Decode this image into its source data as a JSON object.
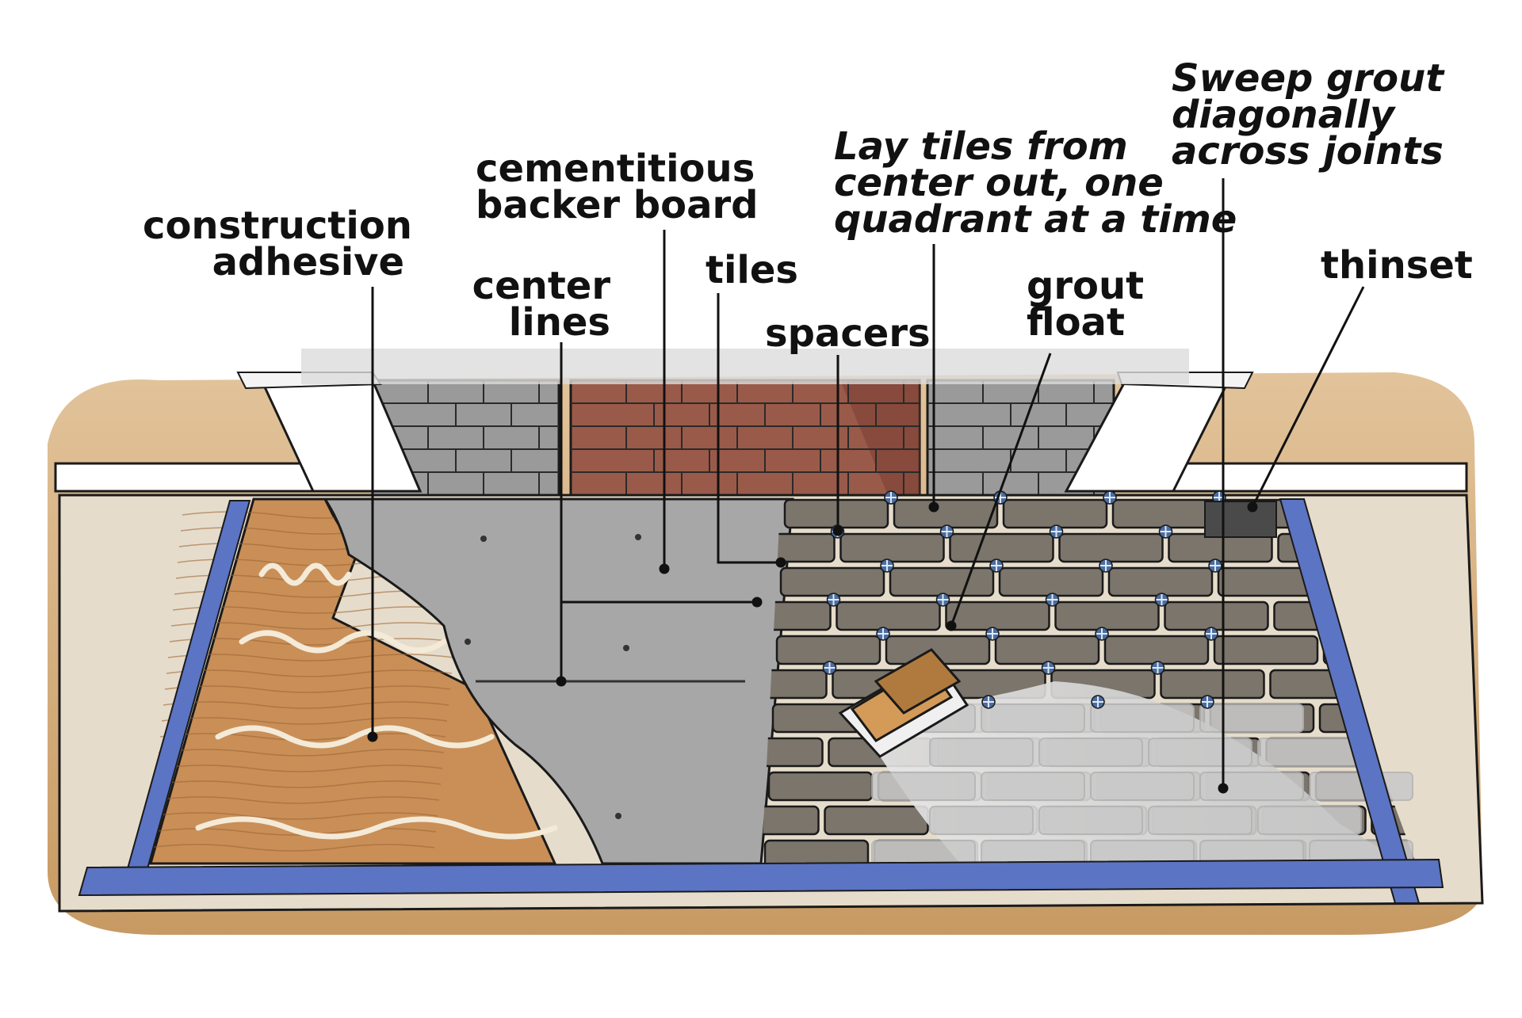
{
  "labels": {
    "construction_adhesive": [
      "construction",
      "adhesive"
    ],
    "cementitious_backer_board": [
      "cementitious",
      "backer board"
    ],
    "center_lines": [
      "center",
      "lines"
    ],
    "tiles": "tiles",
    "spacers": "spacers",
    "lay_tiles": [
      "Lay tiles from",
      "center out, one",
      "quadrant at a time"
    ],
    "grout_float": [
      "grout",
      "float"
    ],
    "sweep_grout": [
      "Sweep grout",
      "diagonally",
      "across joints"
    ],
    "thinset": "thinset"
  },
  "colors": {
    "painters_tape": "#5c74c4",
    "plywood": "#c98f57",
    "backer_board": "#a7a7a7",
    "tile": "#7b756c",
    "grouted_tile": "#c9c9c9",
    "brick": "#9a5a4a",
    "gray_brick": "#9a9a9a",
    "floor": "#d6b48a",
    "drop_cloth": "#e6dccb",
    "trim": "#ffffff",
    "outline": "#1a1a1a"
  }
}
